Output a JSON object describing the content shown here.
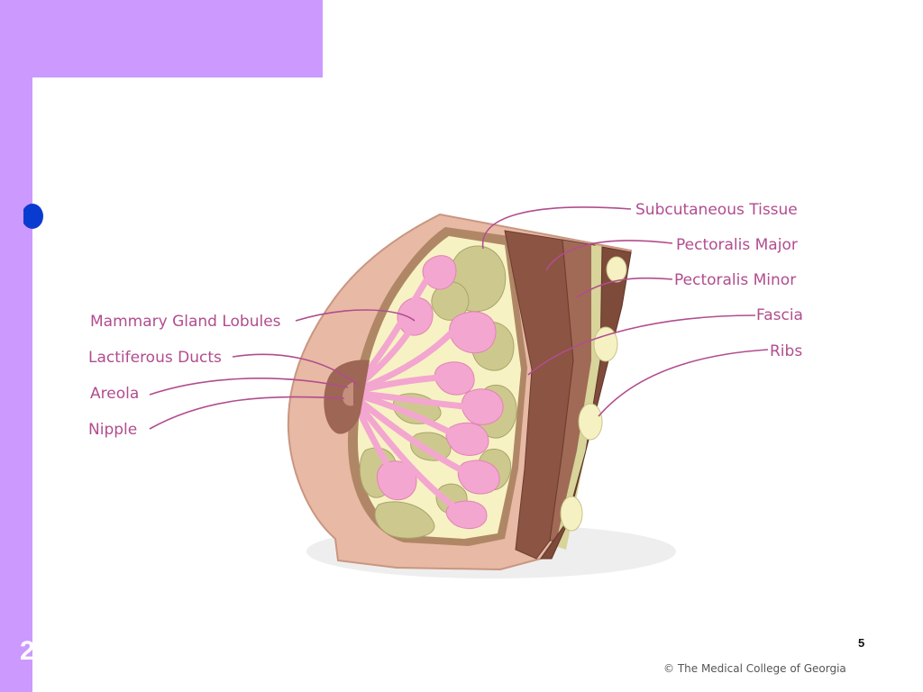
{
  "slide": {
    "number_left": "2",
    "number_right": "5",
    "accent_color": "#cc99ff",
    "bullet_color": "#0a3bd1"
  },
  "diagram": {
    "labels_left": {
      "mammary": "Mammary Gland Lobules",
      "ducts": "Lactiferous Ducts",
      "areola": "Areola",
      "nipple": "Nipple"
    },
    "labels_right": {
      "subcutaneous": "Subcutaneous Tissue",
      "pec_major": "Pectoralis Major",
      "pec_minor": "Pectoralis Minor",
      "fascia": "Fascia",
      "ribs": "Ribs"
    },
    "copyright": "© The Medical College of Georgia",
    "colors": {
      "label": "#b14d8e",
      "skin": "#e8b9a4",
      "fat": "#f7f2c4",
      "lobule": "#f3a6cf",
      "fat_cluster": "#cdc98e",
      "muscle": "#8c5442",
      "rib": "#f6f1c2"
    }
  }
}
